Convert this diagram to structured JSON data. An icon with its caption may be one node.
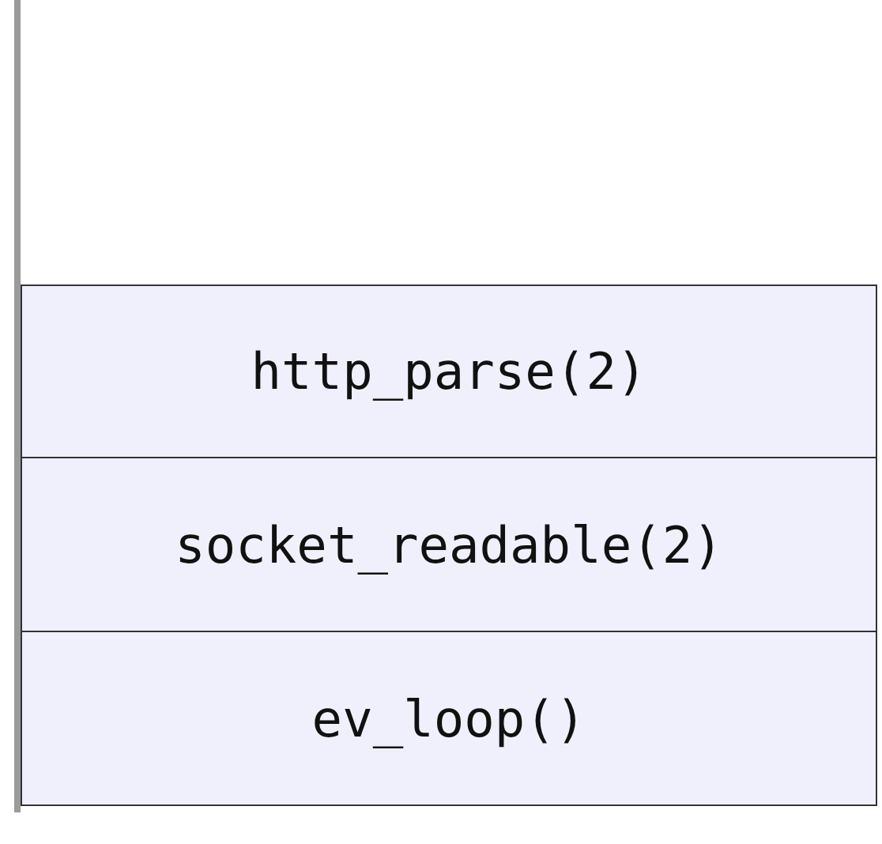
{
  "diagram": {
    "nodes": [
      {
        "text": [
          "http_parse(2)"
        ]
      },
      {
        "text": [
          "socket_readable(2)"
        ]
      },
      {
        "text": [
          "ev_loop()"
        ]
      }
    ]
  }
}
